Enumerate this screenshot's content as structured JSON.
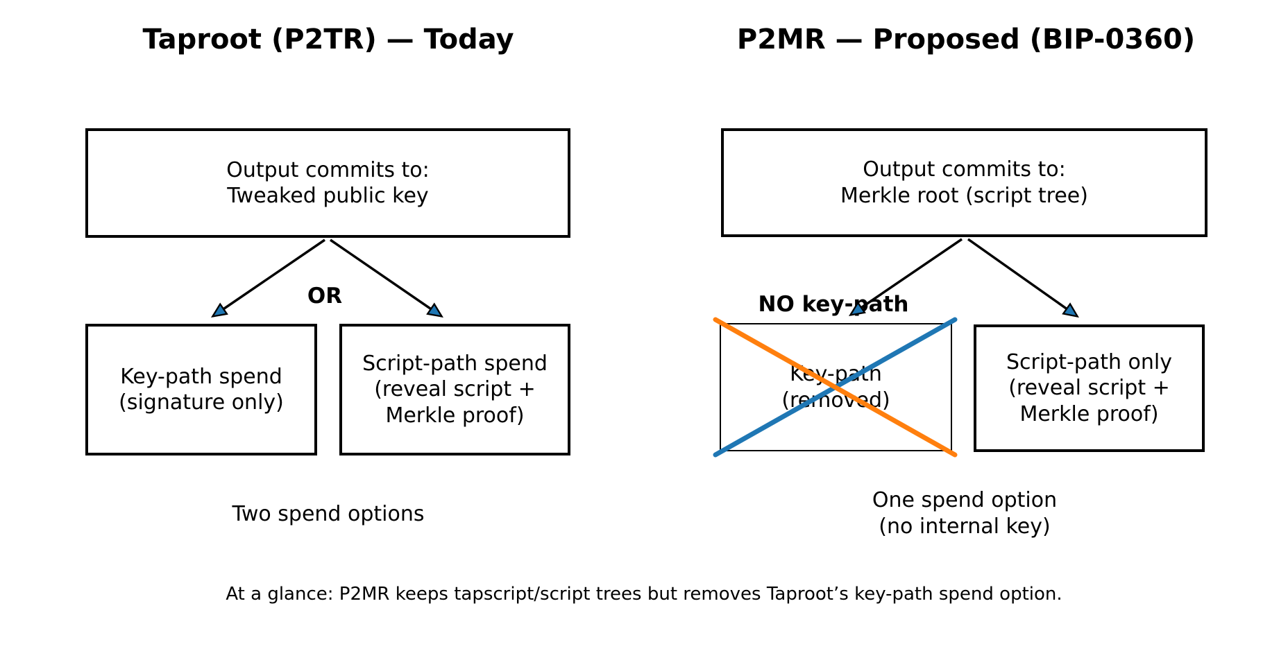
{
  "left_panel": {
    "title": "Taproot (P2TR) — Today",
    "root_box": "Output commits to:\nTweaked public key",
    "branch_label": "OR",
    "leaf_left": "Key-path spend\n(signature only)",
    "leaf_right": "Script-path spend\n(reveal script +\nMerkle proof)",
    "caption": "Two spend options"
  },
  "right_panel": {
    "title": "P2MR — Proposed (BIP-0360)",
    "root_box": "Output commits to:\nMerkle root (script tree)",
    "branch_label": "NO key-path",
    "leaf_left": "Key-path\n(removed)",
    "leaf_right": "Script-path only\n(reveal script +\nMerkle proof)",
    "caption": "One spend option\n(no internal key)"
  },
  "footer": "At a glance: P2MR keeps tapscript/script trees but removes Taproot’s key-path spend option.",
  "colors": {
    "arrowhead_fill": "#1f77b4",
    "cross_blue": "#1f77b4",
    "cross_orange": "#ff7f0e",
    "stroke": "#000000"
  }
}
